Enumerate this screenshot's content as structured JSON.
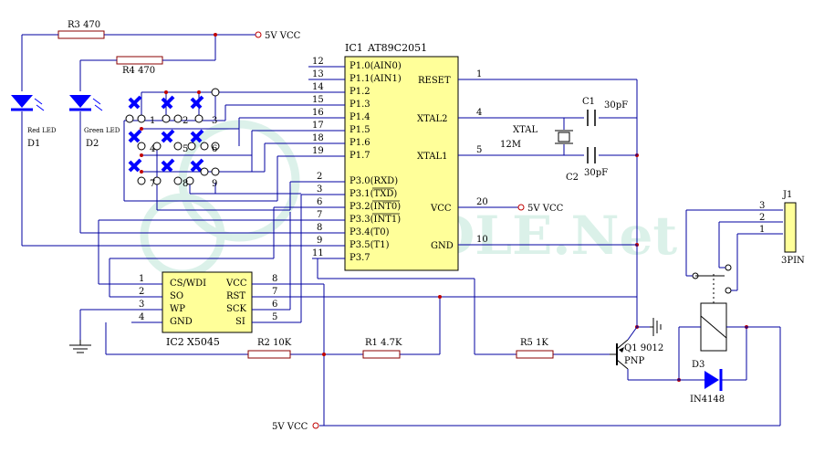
{
  "ic1": {
    "ref": "IC1",
    "part": "AT89C2051",
    "left_pins": [
      {
        "num": "12",
        "name": "P1.0(AIN0)"
      },
      {
        "num": "13",
        "name": "P1.1(AIN1)"
      },
      {
        "num": "14",
        "name": "P1.2"
      },
      {
        "num": "15",
        "name": "P1.3"
      },
      {
        "num": "16",
        "name": "P1.4"
      },
      {
        "num": "17",
        "name": "P1.5"
      },
      {
        "num": "18",
        "name": "P1.6"
      },
      {
        "num": "19",
        "name": "P1.7"
      },
      {
        "num": "2",
        "name": "P3.0(RXD)"
      },
      {
        "num": "3",
        "name": "P3.1(TXD)"
      },
      {
        "num": "6",
        "name": "P3.2(INT0)"
      },
      {
        "num": "7",
        "name": "P3.3(INT1)"
      },
      {
        "num": "8",
        "name": "P3.4(T0)"
      },
      {
        "num": "9",
        "name": "P3.5(T1)"
      },
      {
        "num": "11",
        "name": "P3.7"
      }
    ],
    "right_pins": [
      {
        "num": "1",
        "name": "RESET"
      },
      {
        "num": "4",
        "name": "XTAL2"
      },
      {
        "num": "5",
        "name": "XTAL1"
      },
      {
        "num": "20",
        "name": "VCC"
      },
      {
        "num": "10",
        "name": "GND"
      }
    ]
  },
  "ic2": {
    "ref": "IC2",
    "part": "X5045",
    "left_pins": [
      {
        "num": "1",
        "name": "CS/WDI"
      },
      {
        "num": "2",
        "name": "SO"
      },
      {
        "num": "3",
        "name": "WP"
      },
      {
        "num": "4",
        "name": "GND"
      }
    ],
    "right_pins": [
      {
        "num": "8",
        "name": "VCC"
      },
      {
        "num": "7",
        "name": "RST"
      },
      {
        "num": "6",
        "name": "SCK"
      },
      {
        "num": "5",
        "name": "SI"
      }
    ]
  },
  "labels": {
    "vcc_top": "5V VCC",
    "vcc_ic1": "5V VCC",
    "vcc_bottom": "5V VCC",
    "r3": "R3 470",
    "r4": "R4 470",
    "r2": "R2 10K",
    "r1": "R1 4.7K",
    "r5": "R5 1K",
    "d1_text": "Red LED",
    "d1": "D1",
    "d2_text": "Green LED",
    "d2": "D2",
    "c1": "C1",
    "c1_val": "30pF",
    "c2": "C2",
    "c2_val": "30pF",
    "xtal": "XTAL",
    "xtal_val": "12M",
    "q1": "Q1 9012",
    "q1_type": "PNP",
    "d3": "D3",
    "d3_part": "IN4148",
    "j1": "J1",
    "j1_part": "3PIN",
    "j1_pins": [
      "3",
      "2",
      "1"
    ],
    "keypad_keys": [
      "1",
      "2",
      "3",
      "4",
      "5",
      "6",
      "7",
      "8",
      "9"
    ],
    "watermark": "DLE.Net"
  },
  "colors": {
    "wire": "#0000a0",
    "component": "#8b0000",
    "chip_fill": "#ffff99",
    "led": "#0000ff",
    "node": "#c00000",
    "watermark": "#bfe6d8"
  }
}
